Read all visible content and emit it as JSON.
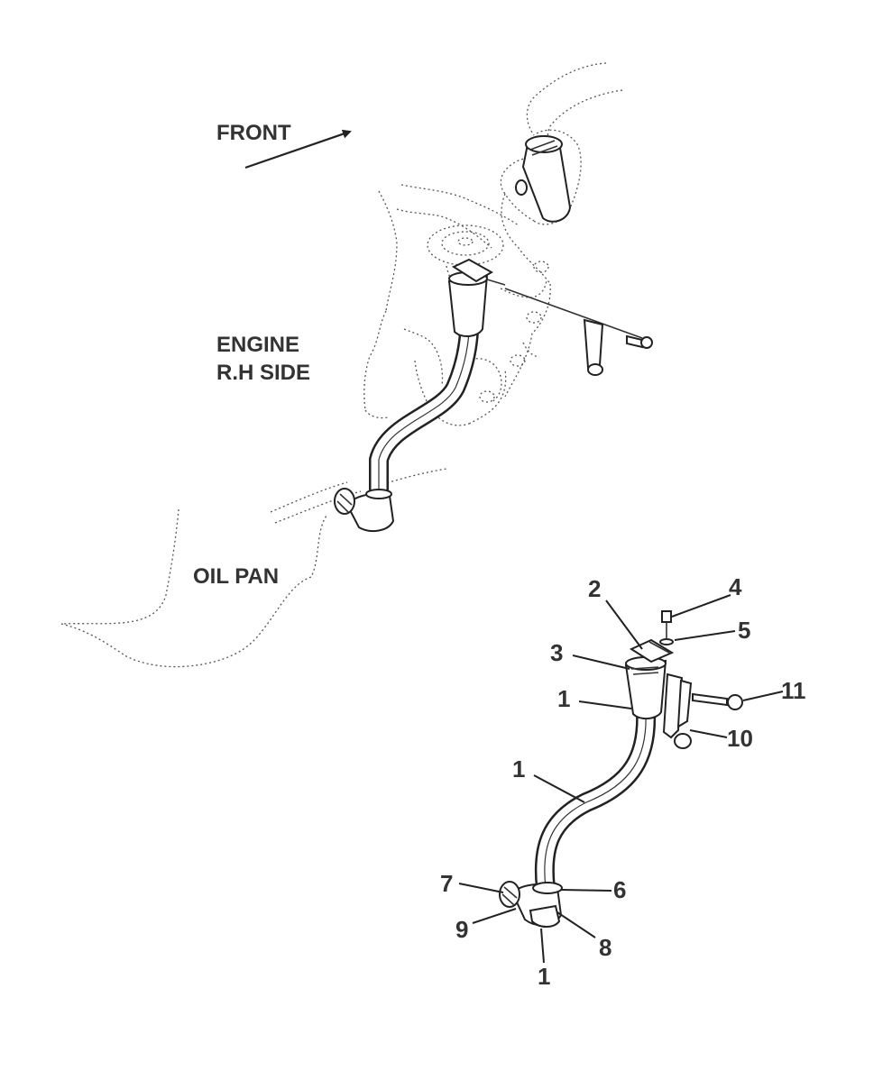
{
  "labels": {
    "front": "FRONT",
    "engine_line1": "ENGINE",
    "engine_line2": "R.H SIDE",
    "oil_pan": "OIL PAN"
  },
  "callouts": {
    "c1a": "1",
    "c1b": "1",
    "c1c": "1",
    "c2": "2",
    "c3": "3",
    "c4": "4",
    "c5": "5",
    "c6": "6",
    "c7": "7",
    "c8": "8",
    "c9": "9",
    "c10": "10",
    "c11": "11"
  }
}
